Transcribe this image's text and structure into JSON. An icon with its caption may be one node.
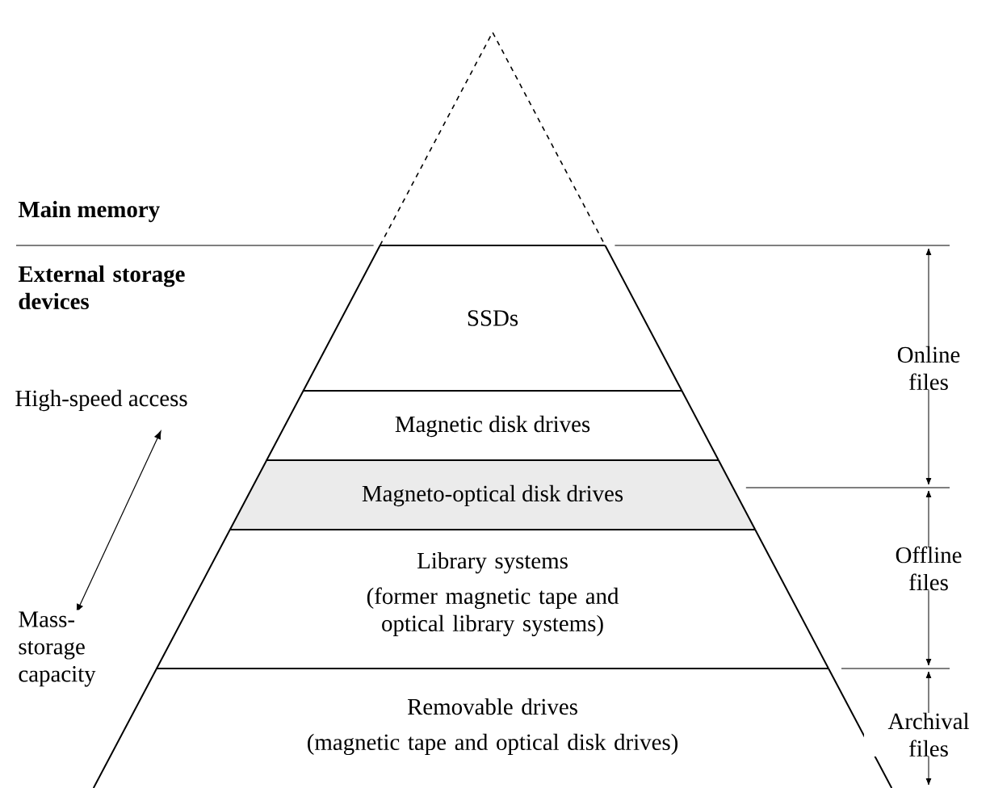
{
  "diagram": {
    "nodes": [
      {
        "text": [
          "SSDs"
        ]
      },
      {
        "text": [
          "Magnetic disk drives"
        ]
      },
      {
        "text": [
          "Magneto-optical disk drives"
        ]
      },
      {
        "text": [
          "Library systems",
          "(former magnetic tape and optical library systems)"
        ]
      },
      {
        "text": [
          "Removable drives",
          "(magnetic tape and optical disk drives)"
        ]
      }
    ],
    "labels": [
      "Main memory",
      "External storage devices",
      "High-speed access",
      "Mass-storage capacity",
      "Online files",
      "Offline files",
      "Archival files"
    ]
  }
}
